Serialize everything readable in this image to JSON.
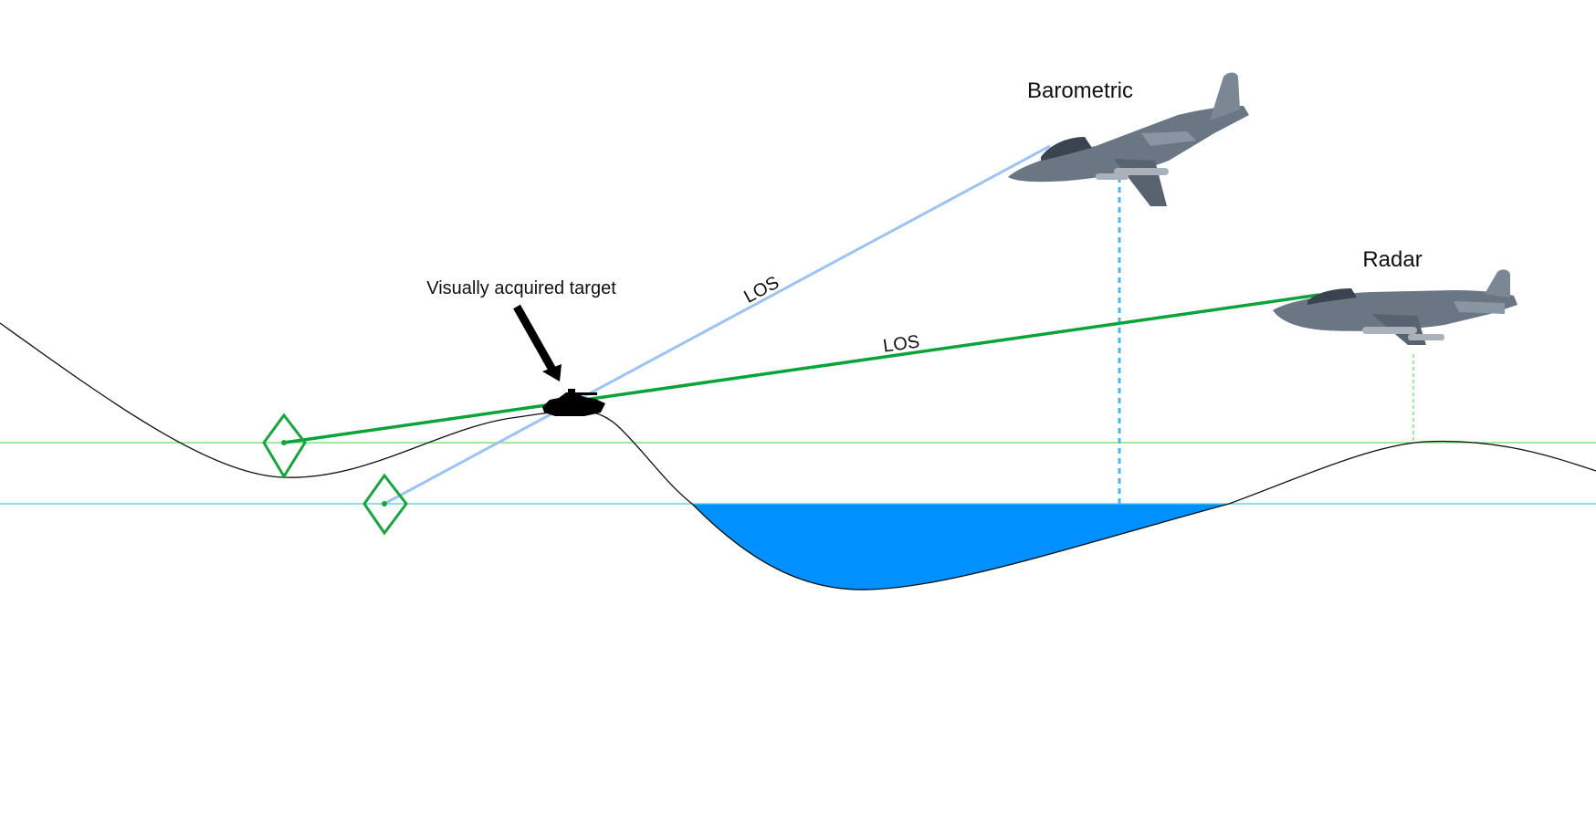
{
  "labels": {
    "barometric": "Barometric",
    "radar": "Radar",
    "target": "Visually acquired target",
    "los_barometric": "LOS",
    "los_radar": "LOS"
  },
  "colors": {
    "terrain": "#111111",
    "water": "#0090ff",
    "radar_line": "#0aa33a",
    "radar_reference": "#66dd66",
    "barometric_line": "#9cc3f2",
    "barometric_reference": "#55c5e8",
    "barometric_drop": "#4fb6f0",
    "marker": "#1aa33f",
    "aircraft_body": "#6b7685",
    "target_silhouette": "#000000"
  },
  "icons": {
    "aircraft": "jet-aircraft-icon",
    "marker": "diamond-marker-icon",
    "target": "tank-silhouette-icon",
    "pointer": "arrow-icon"
  }
}
